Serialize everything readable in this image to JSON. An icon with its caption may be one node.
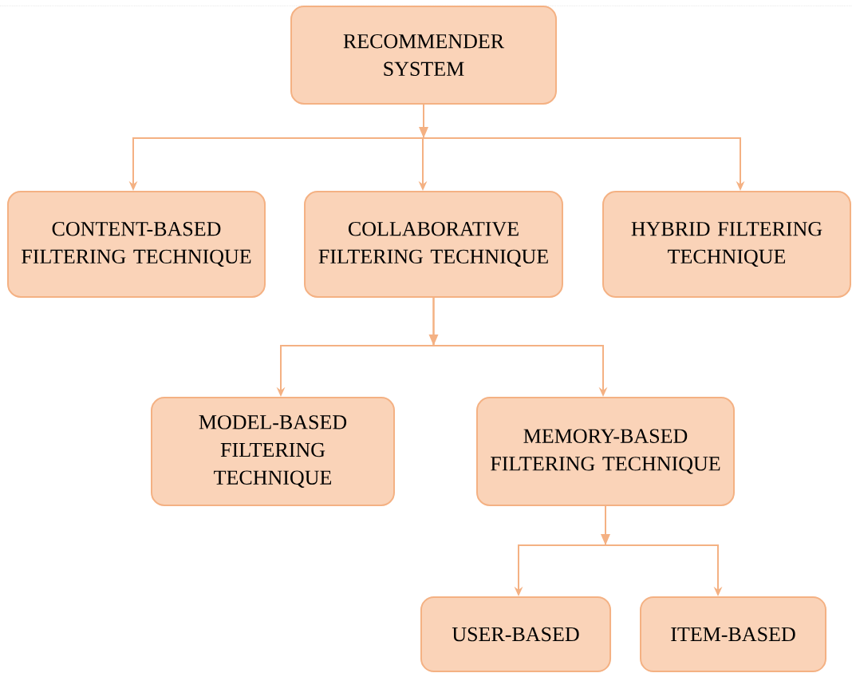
{
  "diagram": {
    "nodes": [
      {
        "text": [
          "RECOMMENDER SYSTEM"
        ]
      },
      {
        "text": [
          "CONTENT-BASED FILTERING TECHNIQUE"
        ]
      },
      {
        "text": [
          "COLLABORATIVE FILTERING TECHNIQUE"
        ]
      },
      {
        "text": [
          "HYBRID FILTERING TECHNIQUE"
        ]
      },
      {
        "text": [
          "MODEL-BASED FILTERING TECHNIQUE"
        ]
      },
      {
        "text": [
          "MEMORY-BASED FILTERING TECHNIQUE"
        ]
      },
      {
        "text": [
          "USER-BASED"
        ]
      },
      {
        "text": [
          "ITEM-BASED"
        ]
      }
    ],
    "edges": [
      {
        "from": 0,
        "to": 1,
        "arrow": "to"
      },
      {
        "from": 0,
        "to": 2,
        "arrow": "to"
      },
      {
        "from": 0,
        "to": 3,
        "arrow": "to"
      },
      {
        "from": 2,
        "to": 4,
        "arrow": "to"
      },
      {
        "from": 2,
        "to": 5,
        "arrow": "to"
      },
      {
        "from": 5,
        "to": 6,
        "arrow": "to"
      },
      {
        "from": 5,
        "to": 7,
        "arrow": "to"
      }
    ]
  }
}
